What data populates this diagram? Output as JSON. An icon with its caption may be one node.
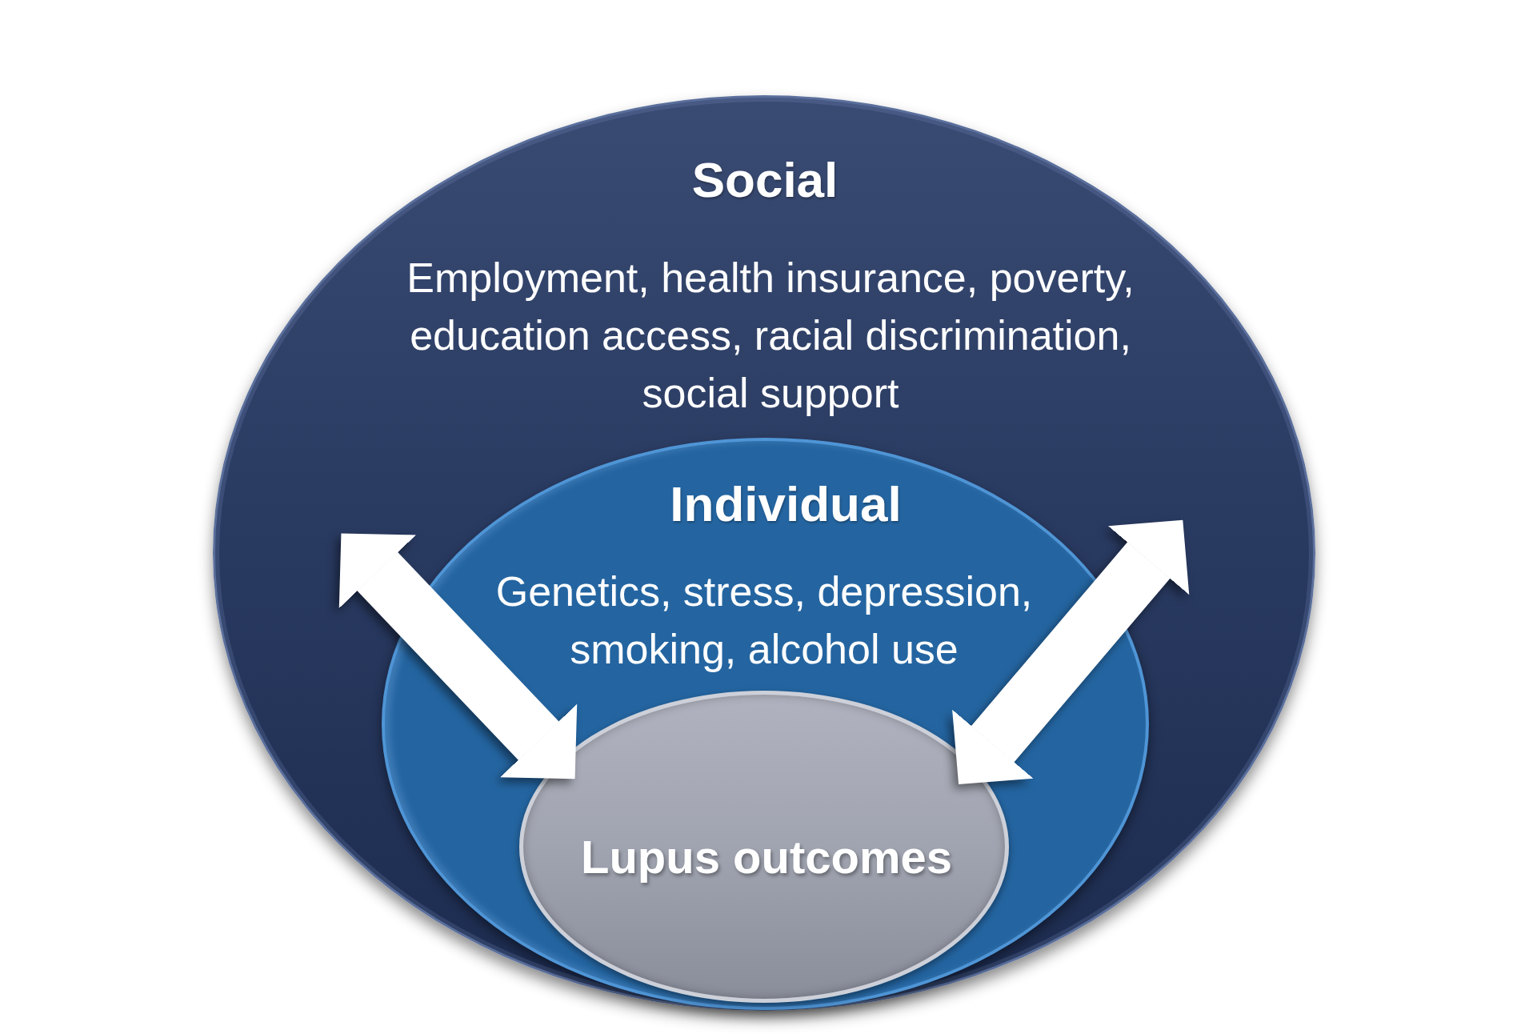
{
  "diagram": {
    "nodes": [
      {
        "text": [
          "Social",
          "Employment, health insurance, poverty, education access, racial discrimination, social support"
        ]
      },
      {
        "text": [
          "Individual",
          "Genetics, stress, depression, smoking, alcohol use"
        ],
        "in": 0
      },
      {
        "text": [
          "Lupus outcomes"
        ],
        "in": 1
      }
    ],
    "edges": [
      {
        "from": 2,
        "to": 0,
        "arrow": "both"
      },
      {
        "from": 2,
        "to": 0,
        "arrow": "both"
      }
    ]
  }
}
